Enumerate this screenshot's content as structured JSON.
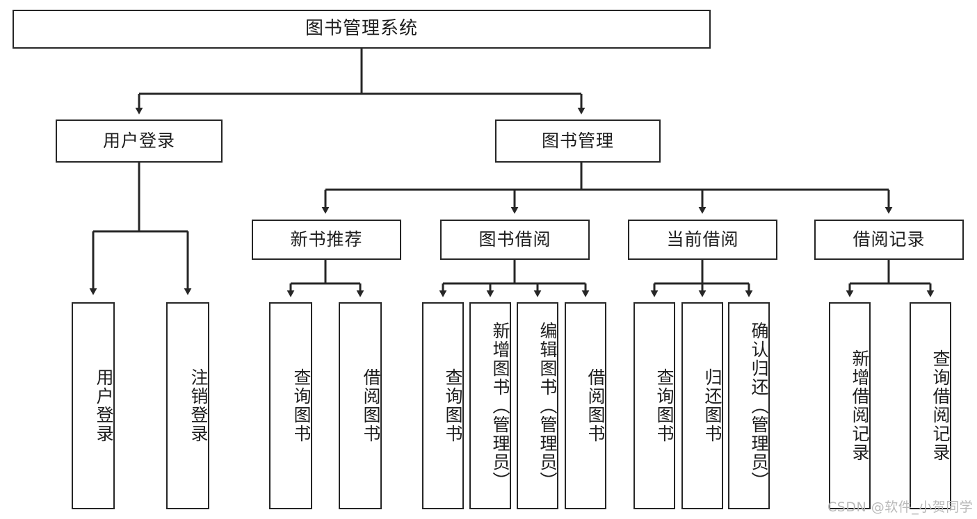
{
  "diagram": {
    "title": "图书管理系统",
    "type": "tree-hierarchy",
    "background_color": "#ffffff",
    "line_color": "#262626",
    "text_color": "#1d1d1d"
  },
  "root": {
    "label": "图书管理系统"
  },
  "level1": [
    {
      "label": "用户登录"
    },
    {
      "label": "图书管理"
    }
  ],
  "level2": [
    {
      "label": "新书推荐"
    },
    {
      "label": "图书借阅"
    },
    {
      "label": "当前借阅"
    },
    {
      "label": "借阅记录"
    }
  ],
  "leaves": {
    "user_login": [
      {
        "label": "用户登录"
      },
      {
        "label": "注销登录"
      }
    ],
    "new_book_recommend": [
      {
        "label": "查询图书"
      },
      {
        "label": "借阅图书"
      }
    ],
    "book_borrow": [
      {
        "label": "查询图书"
      },
      {
        "label": "新增图书（管理员）"
      },
      {
        "label": "编辑图书（管理员）"
      },
      {
        "label": "借阅图书"
      }
    ],
    "current_borrow": [
      {
        "label": "查询图书"
      },
      {
        "label": "归还图书"
      },
      {
        "label": "确认归还（管理员）"
      }
    ],
    "borrow_record": [
      {
        "label": "新增借阅记录"
      },
      {
        "label": "查询借阅记录"
      }
    ]
  },
  "watermark": {
    "text": "CSDN @软件_小贺同学"
  }
}
